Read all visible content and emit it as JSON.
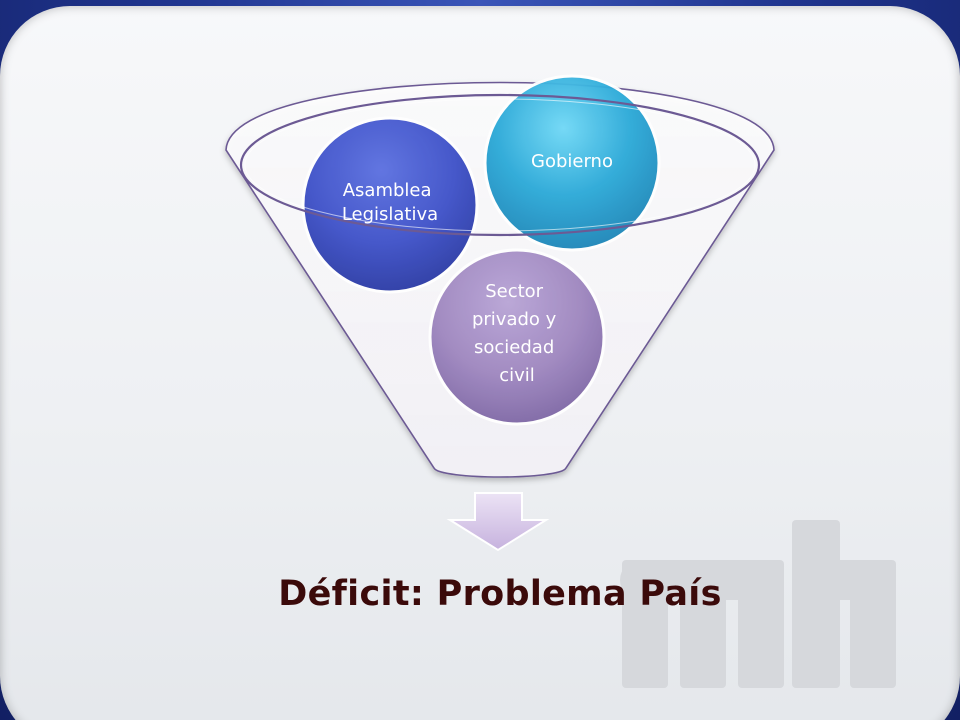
{
  "diagram": {
    "title": "Déficit: Problema País",
    "nodes": [
      {
        "id": "asamblea",
        "label_lines": [
          "Asamblea",
          "Legislativa"
        ],
        "color": "#3d50c8"
      },
      {
        "id": "gobierno",
        "label_lines": [
          "Gobierno"
        ],
        "color": "#2aa9d8"
      },
      {
        "id": "sector",
        "label_lines": [
          "Sector",
          "privado y",
          "sociedad",
          "civil"
        ],
        "color": "#9e86bf"
      }
    ],
    "colors": {
      "funnel_fill": "#ffffff",
      "funnel_edge": "#6c5a94",
      "arrow": "#d8c8ea",
      "title_text": "#3b0a0a",
      "watermark": "#d6d8dc",
      "background_frame": "#20358f"
    }
  }
}
